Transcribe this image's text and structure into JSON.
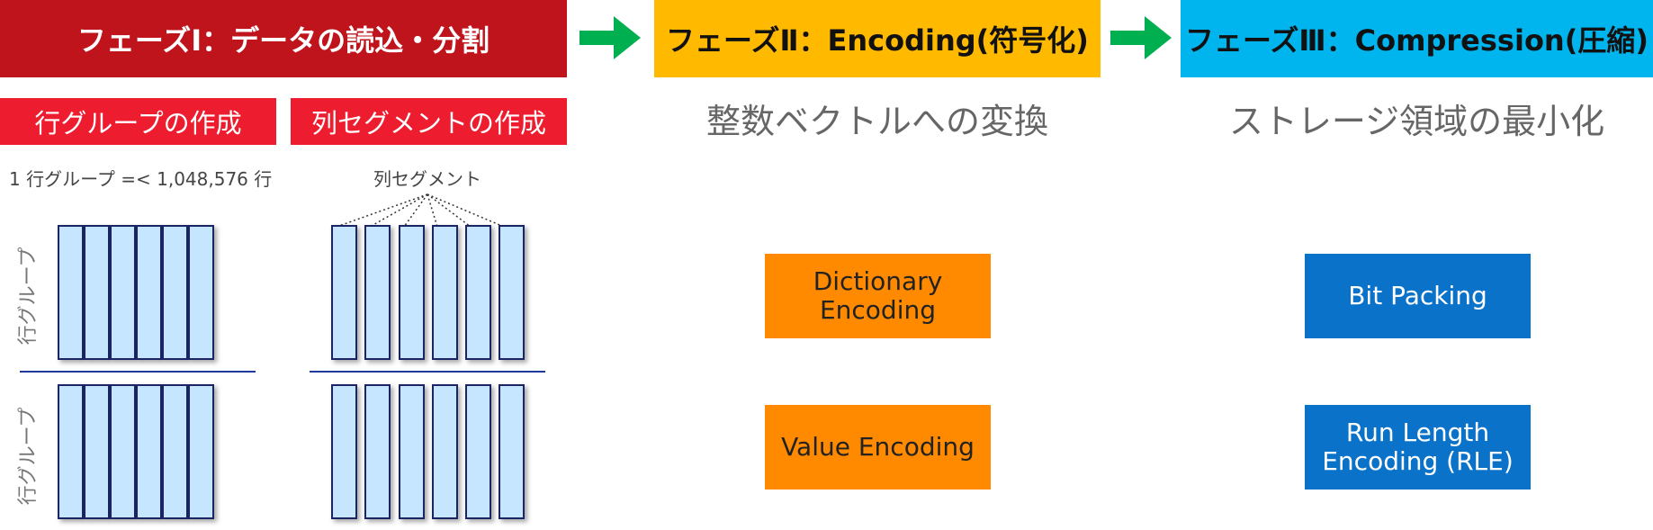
{
  "phases": [
    {
      "label": "フェーズⅠ：データの読込・分割",
      "color": "#c0141c"
    },
    {
      "label": "フェーズⅡ：Encoding(符号化)",
      "color": "#ffba00"
    },
    {
      "label": "フェーズⅢ：Compression(圧縮)",
      "color": "#00b4ee"
    }
  ],
  "arrow_color": "#00b050",
  "phase1": {
    "sub_tabs": [
      "行グループの作成",
      "列セグメントの作成"
    ],
    "row_group_note": "1 行グループ =< 1,048,576 行",
    "column_segment_note": "列セグメント",
    "row_group_label": "行グループ"
  },
  "phase2": {
    "subtitle": "整数ベクトルへの変換",
    "boxes": [
      "Dictionary Encoding",
      "Value Encoding"
    ]
  },
  "phase3": {
    "subtitle": "ストレージ領域の最小化",
    "boxes": [
      "Bit Packing",
      "Run Length Encoding (RLE)"
    ]
  }
}
